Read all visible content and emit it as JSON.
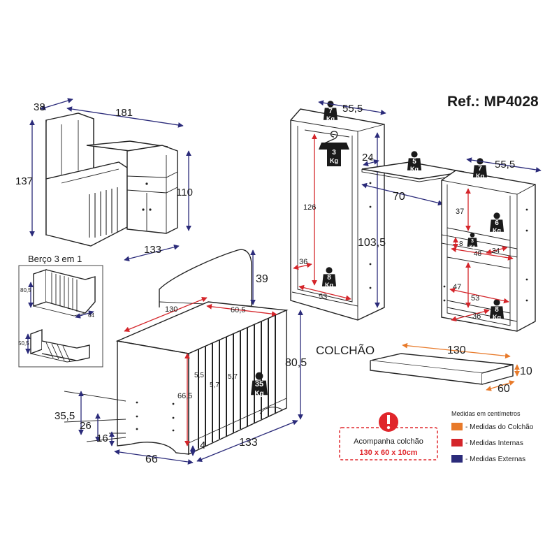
{
  "reference": "Ref.: MP4028",
  "colors": {
    "external": "#2b2b7a",
    "internal": "#d4252a",
    "mattress": "#e87a2a",
    "warning": "#e0262b"
  },
  "overview": {
    "dims": {
      "depth": "38",
      "width": "181",
      "height_left": "137",
      "height_right": "110",
      "bottom_width": "133"
    }
  },
  "inset": {
    "title": "Berço 3 em 1",
    "dims": {
      "top_height": "80,5",
      "top_depth": "64",
      "bottom_height": "50,5"
    }
  },
  "crib": {
    "dims": {
      "headboard": "39",
      "inner_length": "130",
      "inner_partial": "60,5",
      "slat_gap_a": "5,5",
      "slat_gap_b": "5,7",
      "slat_gap_c": "5,7",
      "inner_height": "66,5",
      "height": "80,5",
      "width": "133",
      "depth": "66",
      "bottom_gap": "4",
      "base_35": "35,5",
      "base_26": "26",
      "base_16": "16"
    },
    "weight": {
      "value": "35",
      "unit": "Kg"
    }
  },
  "wardrobe": {
    "dims": {
      "depth": "55,5",
      "rod_height": "126",
      "height": "103,5",
      "inner_bottom": "36",
      "inner_width": "53"
    },
    "weights": {
      "top": "7",
      "rod": "3",
      "bottom": "8",
      "unit": "Kg"
    }
  },
  "shelf": {
    "dims": {
      "depth": "24",
      "length": "70"
    },
    "weight": {
      "value": "5",
      "unit": "Kg"
    }
  },
  "dresser": {
    "dims": {
      "depth": "55,5",
      "top_space": "37",
      "drawer_h": "8",
      "drawer_w": "48",
      "drawer_d": "34",
      "lower_space": "47",
      "inner_width": "53",
      "bottom_depth": "36"
    },
    "weights": {
      "top": "7",
      "shelf": "6",
      "drawer": "3",
      "bottom": "8",
      "unit": "Kg"
    }
  },
  "mattress": {
    "title": "COLCHÃO",
    "dims": {
      "length": "130",
      "height": "10",
      "width": "60"
    }
  },
  "notice": {
    "line1": "Acompanha colchão",
    "line2": "130 x 60 x 10cm"
  },
  "legend": {
    "title": "Medidas em centímetros",
    "items": [
      {
        "label": "- Medidas do Colchão"
      },
      {
        "label": "- Medidas Internas"
      },
      {
        "label": "- Medidas Externas"
      }
    ]
  }
}
